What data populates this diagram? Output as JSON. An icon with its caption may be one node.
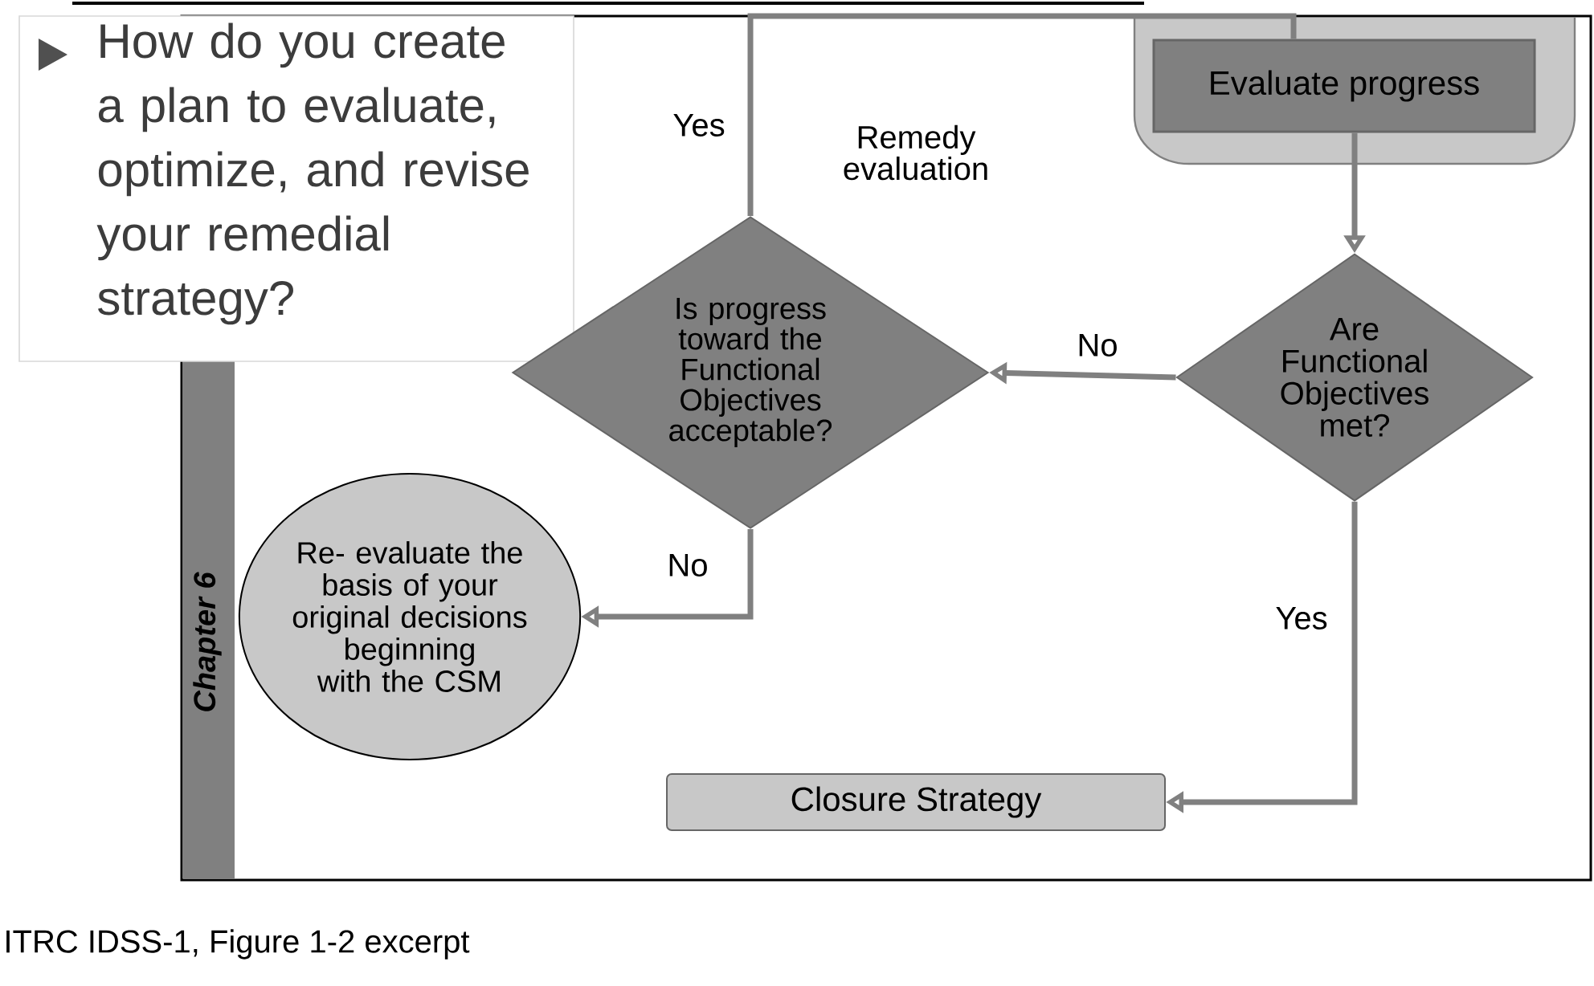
{
  "diagram": {
    "caption": "ITRC IDSS-1, Figure 1-2 excerpt",
    "nodes": [
      {
        "text": [
          "Chapter 6"
        ]
      },
      {
        "text": [
          "How do you create a plan to evaluate, optimize, and revise your remedial strategy?"
        ]
      },
      {
        "text": [
          "Evaluate progress"
        ],
        "in": 0
      },
      {
        "text": [
          "Are Functional Objectives met?"
        ],
        "in": 0
      },
      {
        "text": [
          "Is progress toward the Functional Objectives acceptable?"
        ],
        "in": 0
      },
      {
        "text": [
          "Re- evaluate the basis of your original decisions beginning with the CSM"
        ],
        "in": 0
      },
      {
        "text": [
          "Closure Strategy"
        ],
        "in": 0
      }
    ],
    "edges": [
      {
        "from": 2,
        "to": 3,
        "arrow": "to"
      },
      {
        "from": 3,
        "to": 4,
        "arrow": "to",
        "label": "No"
      },
      {
        "from": 3,
        "to": 6,
        "arrow": "to",
        "label": "Yes"
      },
      {
        "from": 4,
        "to": 5,
        "arrow": "to",
        "label": "No"
      },
      {
        "from": 4,
        "to": 2,
        "arrow": "none",
        "label": "Yes"
      }
    ],
    "labels": [
      "Remedy evaluation"
    ]
  }
}
